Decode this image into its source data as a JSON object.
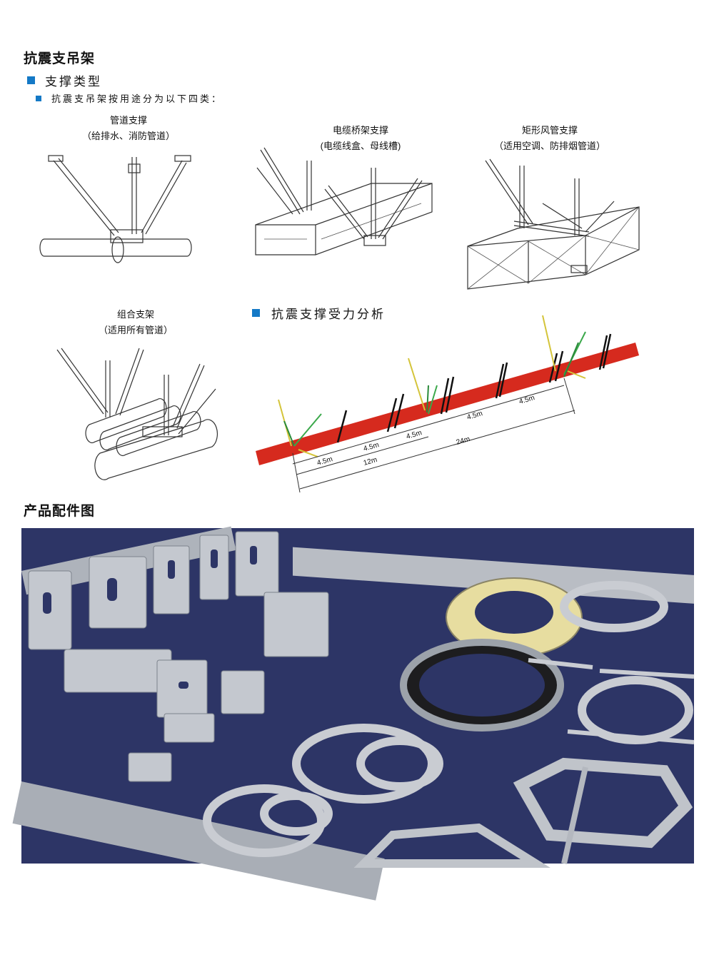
{
  "title": "抗震支吊架",
  "section_types": {
    "heading": "支撑类型",
    "intro": "抗震支吊架按用途分为以下四类："
  },
  "diagrams": [
    {
      "name": "管道支撑",
      "note": "（给排水、消防管道）"
    },
    {
      "name": "电缆桥架支撑",
      "note": "(电缆线盒、母线槽)"
    },
    {
      "name": "矩形风管支撑",
      "note": "（适用空调、防排烟管道）"
    },
    {
      "name": "组合支架",
      "note": "（适用所有管道）"
    }
  ],
  "force_analysis": {
    "heading": "抗震支撑受力分析",
    "labels": [
      "4.5m",
      "4.5m",
      "4.5m",
      "4.5m",
      "4.5m",
      "12m",
      "24m"
    ]
  },
  "section_parts": {
    "heading": "产品配件图"
  },
  "colors": {
    "accent_square": "#1479c6",
    "pipe_red": "#d62a1e",
    "photo_background": "#2d3566"
  }
}
